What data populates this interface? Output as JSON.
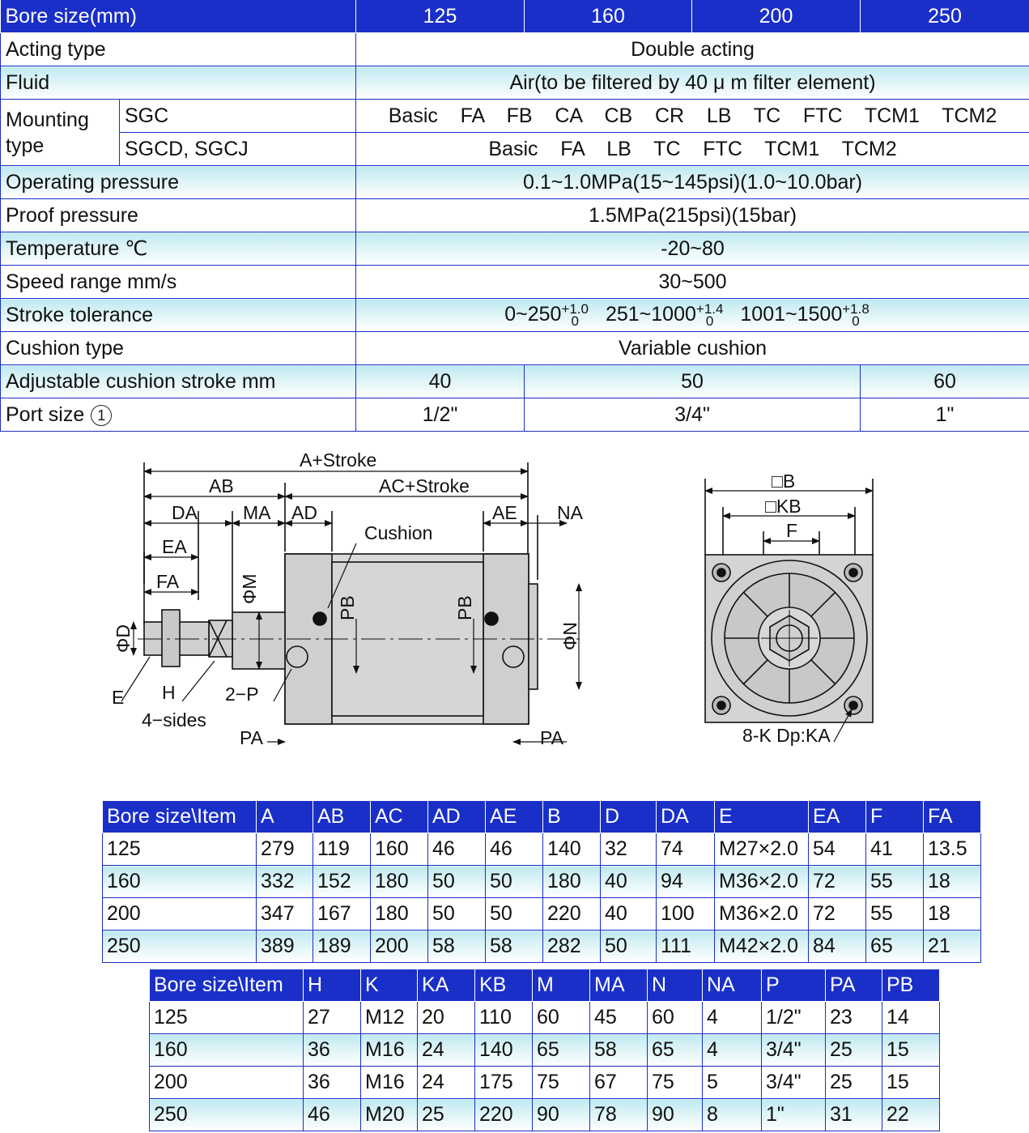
{
  "spec": {
    "header": {
      "label": "Bore size(mm)",
      "bores": [
        "125",
        "160",
        "200",
        "250"
      ]
    },
    "acting_type": {
      "label": "Acting type",
      "value": "Double acting"
    },
    "fluid": {
      "label": "Fluid",
      "value": "Air(to be filtered by 40 μ m filter element)"
    },
    "mounting": {
      "label_line1": "Mounting",
      "label_line2": "type",
      "sgc_label": "SGC",
      "sgc_value": "Basic    FA    FB    CA    CB    CR    LB    TC    FTC    TCM1    TCM2",
      "sgcd_label": "SGCD, SGCJ",
      "sgcd_value": "Basic    FA    LB    TC    FTC    TCM1    TCM2"
    },
    "operating_pressure": {
      "label": "Operating pressure",
      "value": "0.1~1.0MPa(15~145psi)(1.0~10.0bar)"
    },
    "proof_pressure": {
      "label": "Proof pressure",
      "value": "1.5MPa(215psi)(15bar)"
    },
    "temperature": {
      "label": "Temperature  ℃",
      "value": "-20~80"
    },
    "speed_range": {
      "label": "Speed range  mm/s",
      "value": "30~500"
    },
    "stroke_tolerance": {
      "label": "Stroke tolerance",
      "r1": "0~250",
      "r1_up": "+1.0",
      "r1_low": "0",
      "r2": "251~1000",
      "r2_up": "+1.4",
      "r2_low": "0",
      "r3": "1001~1500",
      "r3_up": "+1.8",
      "r3_low": "0"
    },
    "cushion_type": {
      "label": "Cushion type",
      "value": "Variable cushion"
    },
    "adjustable_cushion": {
      "label": "Adjustable cushion stroke mm",
      "v1": "40",
      "v2": "50",
      "v3": "60"
    },
    "port_size": {
      "label": "Port size",
      "note": "1",
      "v1": "1/2\"",
      "v2": "3/4\"",
      "v3": "1\""
    }
  },
  "drawing": {
    "labels": {
      "a_stroke": "A+Stroke",
      "ab": "AB",
      "ac_stroke": "AC+Stroke",
      "da": "DA",
      "ma": "MA",
      "ad": "AD",
      "ae": "AE",
      "na": "NA",
      "ea": "EA",
      "fa": "FA",
      "cushion": "Cushion",
      "phi_m": "ΦM",
      "pb": "PB",
      "phi_d": "ΦD",
      "phi_n": "ΦN",
      "e": "E",
      "h": "H",
      "two_p": "2−P",
      "four_sides": "4−sides",
      "pa": "PA",
      "sq_b": "□B",
      "sq_kb": "□KB",
      "f": "F",
      "k_ka": "8-K Dp:KA"
    }
  },
  "dim_table_1": {
    "headers": [
      "Bore size\\Item",
      "A",
      "AB",
      "AC",
      "AD",
      "AE",
      "B",
      "D",
      "DA",
      "E",
      "EA",
      "F",
      "FA"
    ],
    "rows": [
      [
        "125",
        "279",
        "119",
        "160",
        "46",
        "46",
        "140",
        "32",
        "74",
        "M27×2.0",
        "54",
        "41",
        "13.5"
      ],
      [
        "160",
        "332",
        "152",
        "180",
        "50",
        "50",
        "180",
        "40",
        "94",
        "M36×2.0",
        "72",
        "55",
        "18"
      ],
      [
        "200",
        "347",
        "167",
        "180",
        "50",
        "50",
        "220",
        "40",
        "100",
        "M36×2.0",
        "72",
        "55",
        "18"
      ],
      [
        "250",
        "389",
        "189",
        "200",
        "58",
        "58",
        "282",
        "50",
        "111",
        "M42×2.0",
        "84",
        "65",
        "21"
      ]
    ]
  },
  "dim_table_2": {
    "headers": [
      "Bore size\\Item",
      "H",
      "K",
      "KA",
      "KB",
      "M",
      "MA",
      "N",
      "NA",
      "P",
      "PA",
      "PB"
    ],
    "rows": [
      [
        "125",
        "27",
        "M12",
        "20",
        "110",
        "60",
        "45",
        "60",
        "4",
        "1/2\"",
        "23",
        "14"
      ],
      [
        "160",
        "36",
        "M16",
        "24",
        "140",
        "65",
        "58",
        "65",
        "4",
        "3/4\"",
        "25",
        "15"
      ],
      [
        "200",
        "36",
        "M16",
        "24",
        "175",
        "75",
        "67",
        "75",
        "5",
        "3/4\"",
        "25",
        "15"
      ],
      [
        "250",
        "46",
        "M20",
        "25",
        "220",
        "90",
        "78",
        "90",
        "8",
        "1\"",
        "31",
        "22"
      ]
    ]
  }
}
